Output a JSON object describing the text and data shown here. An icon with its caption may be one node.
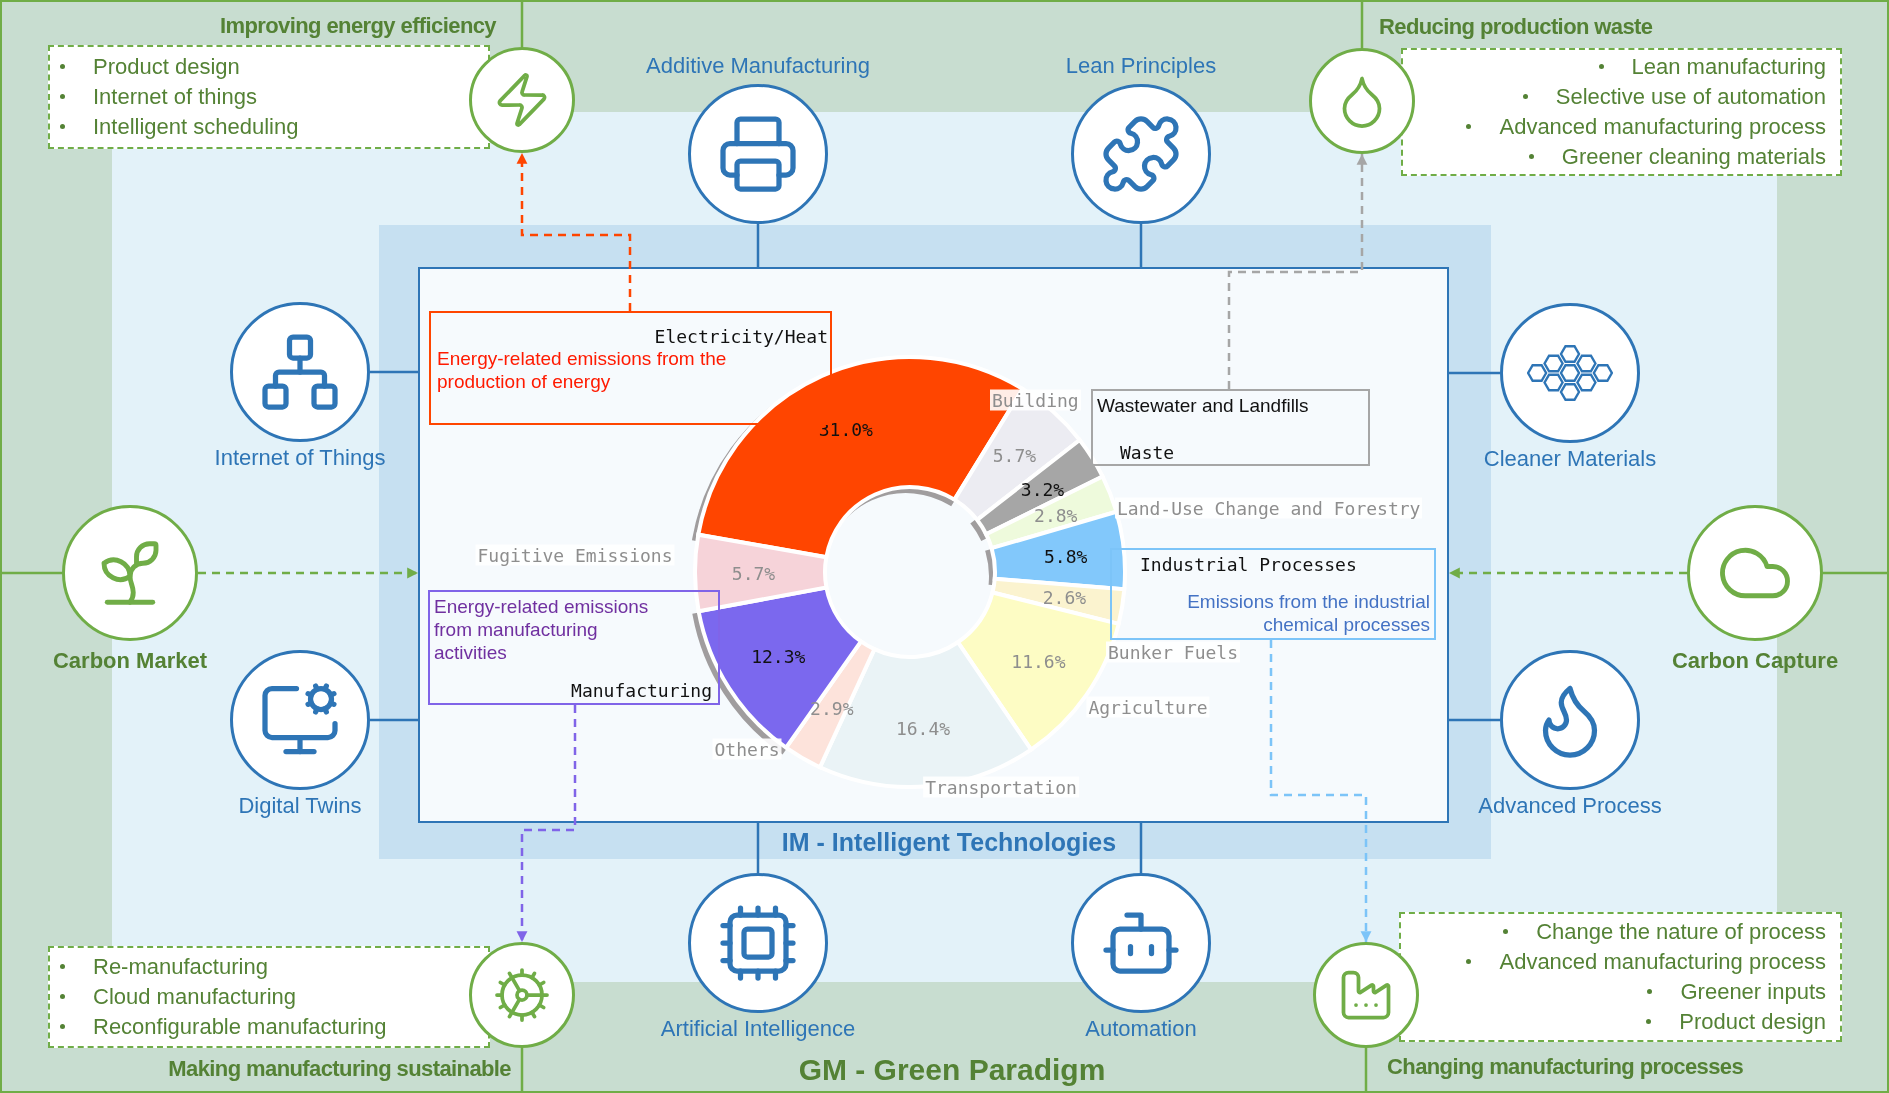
{
  "diagram": {
    "nodes": [
      {
        "text": [
          "GM - Green Paradigm"
        ]
      },
      {
        "text": [
          "IM - Intelligent Technologies"
        ],
        "in": 0
      },
      {
        "text": [],
        "shape": "box",
        "in": 1
      },
      {
        "text": [
          "Improving energy efficiency",
          "Product design",
          "Internet of things",
          "Intelligent scheduling"
        ],
        "in": 0
      },
      {
        "text": [],
        "shape": "circle",
        "in": 0
      },
      {
        "text": [
          "Additive Manufacturing"
        ],
        "in": 0
      },
      {
        "text": [
          "Lean Principles"
        ],
        "in": 0
      },
      {
        "text": [],
        "shape": "circle",
        "in": 0
      },
      {
        "text": [
          "Reducing production waste",
          "Lean manufacturing",
          "Selective use of automation",
          "Advanced manufacturing process",
          "Greener cleaning materials"
        ],
        "in": 0
      },
      {
        "text": [
          "Internet of Things"
        ],
        "in": 0
      },
      {
        "text": [
          "Energy-related emissions from the production of energy"
        ],
        "in": 2
      },
      {
        "text": [
          "Wastewater and Landfills"
        ],
        "in": 2
      },
      {
        "text": [
          "Cleaner Materials"
        ],
        "in": 0
      },
      {
        "text": [
          "Carbon Market"
        ],
        "in": 0
      },
      {
        "text": [
          "Carbon Capture"
        ],
        "in": 0
      },
      {
        "text": [
          "Emissions from the industrial chemical processes"
        ],
        "in": 2
      },
      {
        "text": [
          "Energy-related emissions from manufacturing activities"
        ],
        "in": 2
      },
      {
        "text": [
          "Digital Twins"
        ],
        "in": 0
      },
      {
        "text": [
          "Advanced Process"
        ],
        "in": 0
      },
      {
        "text": [
          "Re-manufacturing",
          "Cloud manufacturing",
          "Reconfigurable manufacturing",
          "Making manufacturing sustainable"
        ],
        "in": 0
      },
      {
        "text": [],
        "shape": "circle",
        "in": 0
      },
      {
        "text": [
          "Artificial Intelligence"
        ],
        "in": 0
      },
      {
        "text": [
          "Automation"
        ],
        "in": 0
      },
      {
        "text": [],
        "shape": "circle",
        "in": 0
      },
      {
        "text": [
          "Change the nature of process",
          "Advanced manufacturing process",
          "Greener inputs",
          "Product design",
          "Changing manufacturing processes"
        ],
        "in": 0
      }
    ],
    "edges": [
      {
        "from": 5,
        "to": 2,
        "arrow": "none"
      },
      {
        "from": 6,
        "to": 2,
        "arrow": "none"
      },
      {
        "from": 9,
        "to": 2,
        "arrow": "none"
      },
      {
        "from": 12,
        "to": 2,
        "arrow": "none"
      },
      {
        "from": 13,
        "to": 2,
        "arrow": "to",
        "style": "dashed",
        "color": "#70ad47"
      },
      {
        "from": 14,
        "to": 2,
        "arrow": "to",
        "style": "dashed",
        "color": "#70ad47"
      },
      {
        "from": 17,
        "to": 2,
        "arrow": "none"
      },
      {
        "from": 18,
        "to": 2,
        "arrow": "none"
      },
      {
        "from": 21,
        "to": 2,
        "arrow": "none"
      },
      {
        "from": 22,
        "to": 2,
        "arrow": "none"
      },
      {
        "from": 10,
        "to": 4,
        "arrow": "to",
        "style": "dashed",
        "color": "#ff4500"
      },
      {
        "from": 11,
        "to": 7,
        "arrow": "to",
        "style": "dashed",
        "color": "#a6a6a6"
      },
      {
        "from": 15,
        "to": 23,
        "arrow": "to",
        "style": "dashed",
        "color": "#7cc4f8"
      },
      {
        "from": 16,
        "to": 20,
        "arrow": "to",
        "style": "dashed",
        "color": "#8064e8"
      },
      {
        "from": 0,
        "to": 4,
        "arrow": "none",
        "color": "#70ad47"
      },
      {
        "from": 0,
        "to": 7,
        "arrow": "none",
        "color": "#70ad47"
      },
      {
        "from": 0,
        "to": 13,
        "arrow": "none",
        "color": "#70ad47"
      },
      {
        "from": 0,
        "to": 14,
        "arrow": "none",
        "color": "#70ad47"
      },
      {
        "from": 0,
        "to": 20,
        "arrow": "none",
        "color": "#70ad47"
      },
      {
        "from": 0,
        "to": 23,
        "arrow": "none",
        "color": "#70ad47"
      }
    ],
    "chart_data": {
      "type": "donut",
      "categories": [
        "Electricity/Heat",
        "Building",
        "Waste",
        "Land-Use Change and Forestry",
        "Industrial Processes",
        "Bunker Fuels",
        "Agriculture",
        "Transportation",
        "Others",
        "Manufacturing",
        "Fugitive Emissions"
      ],
      "values": [
        31.0,
        5.7,
        3.2,
        2.8,
        5.8,
        2.6,
        11.6,
        16.4,
        2.9,
        12.3,
        5.7
      ],
      "value_labels": [
        "31.0%",
        "5.7%",
        "3.2%",
        "2.8%",
        "5.8%",
        "2.6%",
        "11.6%",
        "16.4%",
        "2.9%",
        "12.3%",
        "5.7%"
      ]
    }
  }
}
